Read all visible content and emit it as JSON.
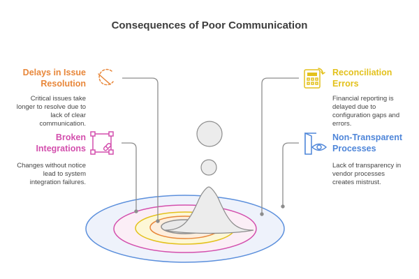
{
  "title": "Consequences of Poor Communication",
  "items": [
    {
      "heading_line1": "Delays in Issue",
      "heading_line2": "Resolution",
      "desc_line1": "Critical issues take",
      "desc_line2": "longer to resolve due to",
      "desc_line3": "lack of clear",
      "desc_line4": "communication.",
      "icon": "clock-icon",
      "color": "#e8873a"
    },
    {
      "heading_line1": "Broken",
      "heading_line2": "Integrations",
      "desc_line1": "Changes without notice",
      "desc_line2": "lead to system",
      "desc_line3": "integration failures.",
      "icon": "link-icon",
      "color": "#d34fad"
    },
    {
      "heading_line1": "Reconciliation",
      "heading_line2": "Errors",
      "desc_line1": "Financial reporting is",
      "desc_line2": "delayed due to",
      "desc_line3": "configuration gaps and",
      "desc_line4": "errors.",
      "icon": "calculator-icon",
      "color": "#e3c11c"
    },
    {
      "heading_line1": "Non-Transparent",
      "heading_line2": "Processes",
      "desc_line1": "Lack of transparency in",
      "desc_line2": "vendor processes",
      "desc_line3": "creates mistrust.",
      "icon": "door-eye-icon",
      "color": "#4f86d9"
    }
  ]
}
